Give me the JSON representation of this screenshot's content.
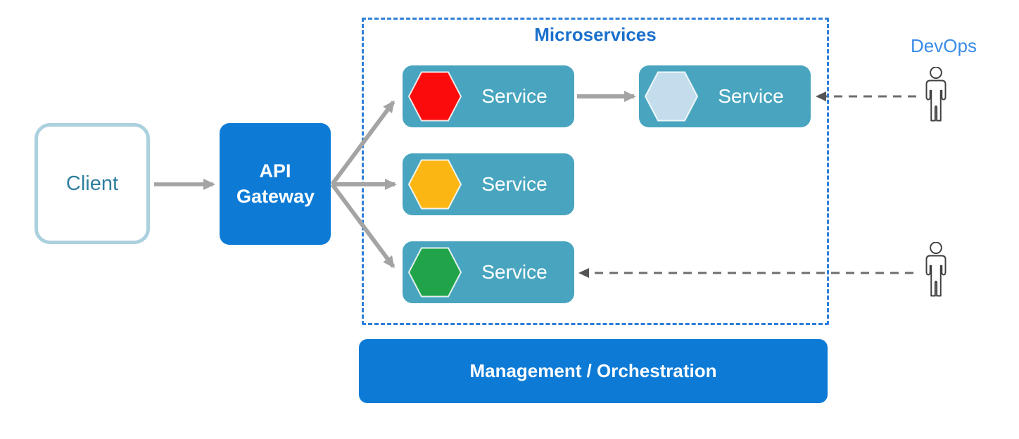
{
  "nodes": {
    "client": {
      "label": "Client"
    },
    "api_gateway": {
      "label": "API Gateway"
    },
    "management": {
      "label": "Management / Orchestration"
    },
    "devops": {
      "label": "DevOps"
    }
  },
  "microservices": {
    "title": "Microservices",
    "services": [
      {
        "label": "Service",
        "icon": "hexagon",
        "hex_color": "#fb0b0b"
      },
      {
        "label": "Service",
        "icon": "hexagon",
        "hex_color": "#c3dded"
      },
      {
        "label": "Service",
        "icon": "hexagon",
        "hex_color": "#fcb614"
      },
      {
        "label": "Service",
        "icon": "hexagon",
        "hex_color": "#21a449"
      }
    ]
  },
  "connections": [
    {
      "from": "client",
      "to": "api-gateway",
      "style": "solid"
    },
    {
      "from": "api-gateway",
      "to": "service-1",
      "style": "solid"
    },
    {
      "from": "api-gateway",
      "to": "service-3",
      "style": "solid"
    },
    {
      "from": "api-gateway",
      "to": "service-4",
      "style": "solid"
    },
    {
      "from": "service-1",
      "to": "service-2",
      "style": "solid"
    },
    {
      "from": "devops-person-1",
      "to": "service-2",
      "style": "dashed"
    },
    {
      "from": "devops-person-2",
      "to": "service-4",
      "style": "dashed"
    }
  ],
  "colors": {
    "primary_blue": "#0d7bd6",
    "service_teal": "#49a5bf",
    "boundary_blue": "#2e7fd9",
    "microservices_title_blue": "#1b70cc",
    "devops_text_blue": "#3a8ce8",
    "client_border": "#abd0de",
    "client_text": "#2f7f9e",
    "solid_arrow_gray": "#a4a4a4",
    "dashed_arrow_gray": "#6e6e6e"
  }
}
